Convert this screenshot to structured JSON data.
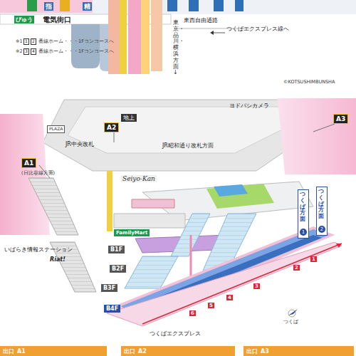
{
  "diagram": {
    "nodes": [
      {
        "text": [
          "A2"
        ]
      },
      {
        "text": [
          "A3"
        ]
      },
      {
        "text": [
          "A1"
        ]
      },
      {
        "text": [
          "つくば方面",
          "1"
        ]
      },
      {
        "text": [
          "つくば方面",
          "2"
        ]
      },
      {
        "text": [
          "出口",
          "A1"
        ]
      },
      {
        "text": [
          "出口",
          "A2"
        ]
      },
      {
        "text": [
          "出口",
          "A3"
        ]
      }
    ],
    "labels": [
      "指",
      "精",
      "びゅう",
      "電気街口",
      "東京・品川・横浜方面↓",
      "東西自由通路",
      "つくばエクスプレス線へ",
      "※1",
      "1",
      "2",
      "番線ホーム・・・1Fコンコースへ",
      "※2",
      "3",
      "4",
      "番線ホーム・・・1Fコンコースへ",
      "©KOTSUSHIMBUNSHA",
      "ヨドバシカメラ",
      "地上",
      "PLAZA",
      "JR中央改札",
      "JR昭和通り改札方面",
      "(日比谷線方面)",
      "Seiyo-Kan",
      "FamilyMart",
      "いばらき情報ステーション",
      "Riat!",
      "B1F",
      "B2F",
      "B3F",
      "B4F",
      "つくばエクスプレス",
      "1",
      "2",
      "3",
      "4",
      "5",
      "6",
      "つくば"
    ]
  }
}
